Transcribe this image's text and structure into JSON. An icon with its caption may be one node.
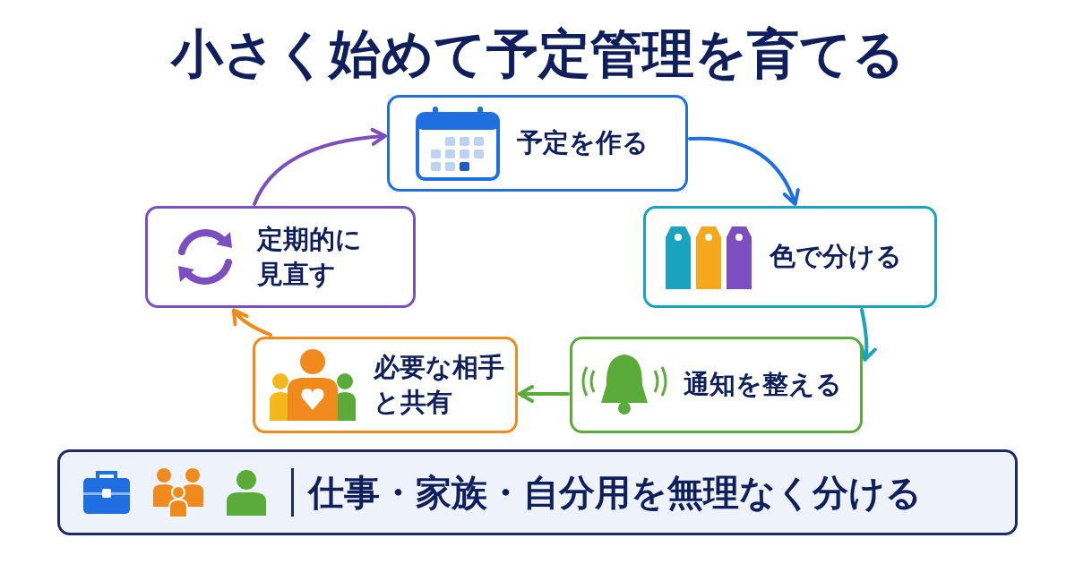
{
  "diagram": {
    "title": "小さく始めて予定管理を育てる",
    "nodes": [
      {
        "text": [
          "予定を作る"
        ]
      },
      {
        "text": [
          "色で分ける"
        ]
      },
      {
        "text": [
          "通知を整える"
        ]
      },
      {
        "text": [
          "必要な相手と共有"
        ]
      },
      {
        "text": [
          "定期的に見直す"
        ]
      },
      {
        "text": [
          "仕事・家族・自分用を無理なく分ける"
        ]
      }
    ],
    "edges": [
      {
        "from": 0,
        "to": 1,
        "arrow": "to",
        "color": "#1f6fe0"
      },
      {
        "from": 1,
        "to": 2,
        "arrow": "to",
        "color": "#1aa3c0"
      },
      {
        "from": 2,
        "to": 3,
        "arrow": "to",
        "color": "#5aab3a"
      },
      {
        "from": 3,
        "to": 4,
        "arrow": "to",
        "color": "#f08a1c"
      },
      {
        "from": 4,
        "to": 0,
        "arrow": "to",
        "color": "#7b4fbf"
      }
    ]
  }
}
